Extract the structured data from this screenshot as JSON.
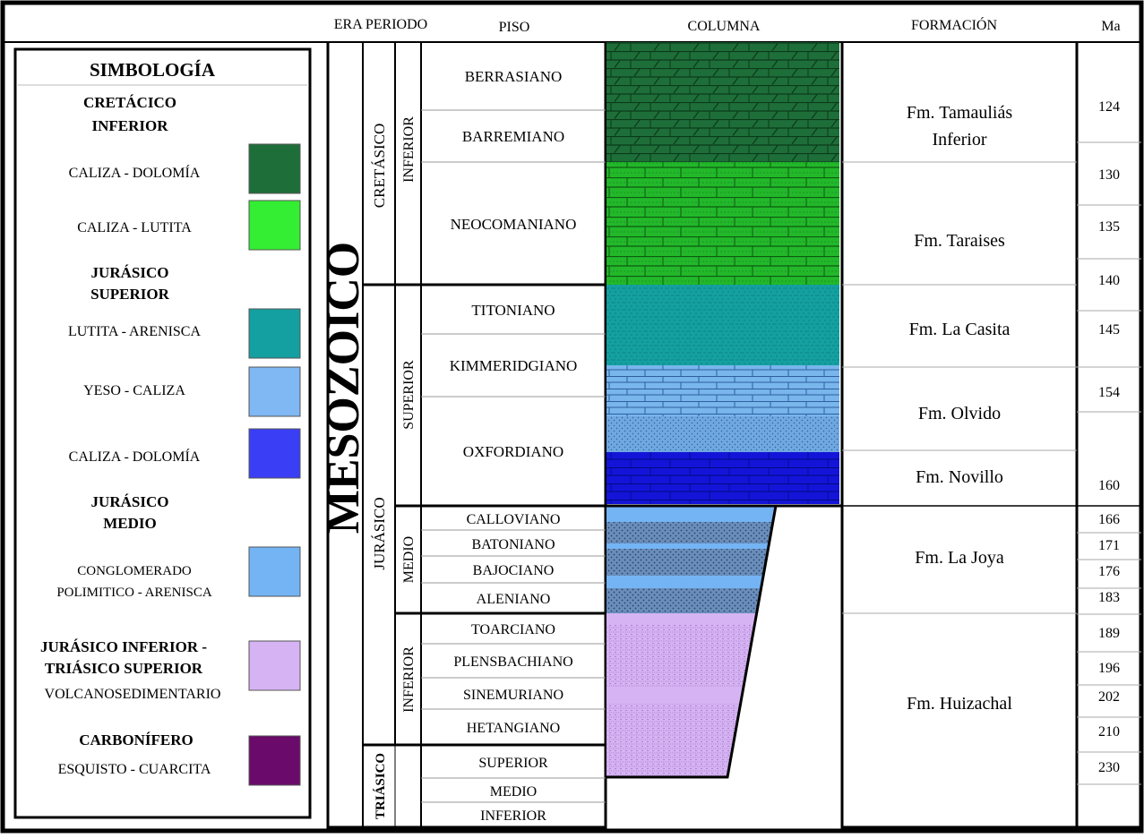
{
  "headers": {
    "era_periodo": "ERA PERIODO",
    "piso": "PISO",
    "columna": "COLUMNA",
    "formacion": "FORMACIÓN",
    "ma": "Ma"
  },
  "legend": {
    "title": "SIMBOLOGÍA",
    "entries": [
      {
        "group": "CRETÁCICO INFERIOR",
        "group_lines": [
          "CRETÁCICO",
          "INFERIOR"
        ],
        "label": "CALIZA - DOLOMÍA",
        "label_lines": [
          "CALIZA - DOLOMÍA"
        ],
        "color": "#1e6e3a"
      },
      {
        "group": "",
        "group_lines": [],
        "label": "CALIZA - LUTITA",
        "label_lines": [
          "CALIZA - LUTITA"
        ],
        "color": "#33ee33"
      },
      {
        "group": "JURÁSICO SUPERIOR",
        "group_lines": [
          "JURÁSICO",
          "SUPERIOR"
        ],
        "label": "LUTITA - ARENISCA",
        "label_lines": [
          "LUTITA - ARENISCA"
        ],
        "color": "#14a0a0"
      },
      {
        "group": "",
        "group_lines": [],
        "label": "YESO - CALIZA",
        "label_lines": [
          "YESO - CALIZA"
        ],
        "color": "#7fb8f2"
      },
      {
        "group": "",
        "group_lines": [],
        "label": "CALIZA - DOLOMÍA",
        "label_lines": [
          "CALIZA - DOLOMÍA"
        ],
        "color": "#3a3ef5"
      },
      {
        "group": "JURÁSICO MEDIO",
        "group_lines": [
          "JURÁSICO",
          "MEDIO"
        ],
        "label": "CONGLOMERADO POLIMITICO - ARENISCA",
        "label_lines": [
          "CONGLOMERADO",
          "POLIMITICO - ARENISCA"
        ],
        "color": "#74b4f4"
      },
      {
        "group": "JURÁSICO INFERIOR - TRIÁSICO SUPERIOR",
        "group_lines": [
          "JURÁSICO INFERIOR -",
          "TRIÁSICO SUPERIOR"
        ],
        "label": "VOLCANOSEDIMENTARIO",
        "label_lines": [
          "VOLCANOSEDIMENTARIO"
        ],
        "color": "#d6b4f4"
      },
      {
        "group": "CARBONÍFERO",
        "group_lines": [
          "CARBONÍFERO"
        ],
        "label": "ESQUISTO - CUARCITA",
        "label_lines": [
          "ESQUISTO - CUARCITA"
        ],
        "color": "#6a0a6a"
      }
    ]
  },
  "era": "MESOZOICO",
  "periods": [
    "CRETÁSICO",
    "JURÁSICO",
    "TRIÁSICO"
  ],
  "epochs": [
    "INFERIOR",
    "SUPERIOR",
    "MEDIO",
    "INFERIOR"
  ],
  "stages": [
    "BERRASIANO",
    "BARREMIANO",
    "NEOCOMANIANO",
    "TITONIANO",
    "KIMMERIDGIANO",
    "OXFORDIANO",
    "CALLOVIANO",
    "BATONIANO",
    "BAJOCIANO",
    "ALENIANO",
    "TOARCIANO",
    "PLENSBACHIANO",
    "SINEMURIANO",
    "HETANGIANO",
    "SUPERIOR",
    "MEDIO",
    "INFERIOR"
  ],
  "formations": [
    {
      "name": "Fm. Tamauliás Inferior",
      "lines": [
        "Fm. Tamauliás",
        "Inferior"
      ]
    },
    {
      "name": "Fm. Taraises",
      "lines": [
        "Fm. Taraises"
      ]
    },
    {
      "name": "Fm. La Casita",
      "lines": [
        "Fm. La Casita"
      ]
    },
    {
      "name": "Fm. Olvido",
      "lines": [
        "Fm. Olvido"
      ]
    },
    {
      "name": "Fm. Novillo",
      "lines": [
        "Fm. Novillo"
      ]
    },
    {
      "name": "Fm. La Joya",
      "lines": [
        "Fm. La Joya"
      ]
    },
    {
      "name": "Fm. Huizachal",
      "lines": [
        "Fm. Huizachal"
      ]
    }
  ],
  "ages_ma": [
    "124",
    "130",
    "135",
    "140",
    "145",
    "154",
    "160",
    "166",
    "171",
    "176",
    "183",
    "189",
    "196",
    "202",
    "210",
    "230"
  ],
  "colors": {
    "caliza_dolomia_cretacico": "#1e6e3a",
    "caliza_lutita": "#22b82a",
    "lutita_arenisca": "#14a0a0",
    "yeso_caliza": "#78b6ec",
    "caliza_dolomia_jurasico": "#1414d8",
    "conglomerado": "#74b4f4",
    "conglomerado_dark": "#6a8ebc",
    "volcanosedimentario": "#d6b4f4"
  }
}
